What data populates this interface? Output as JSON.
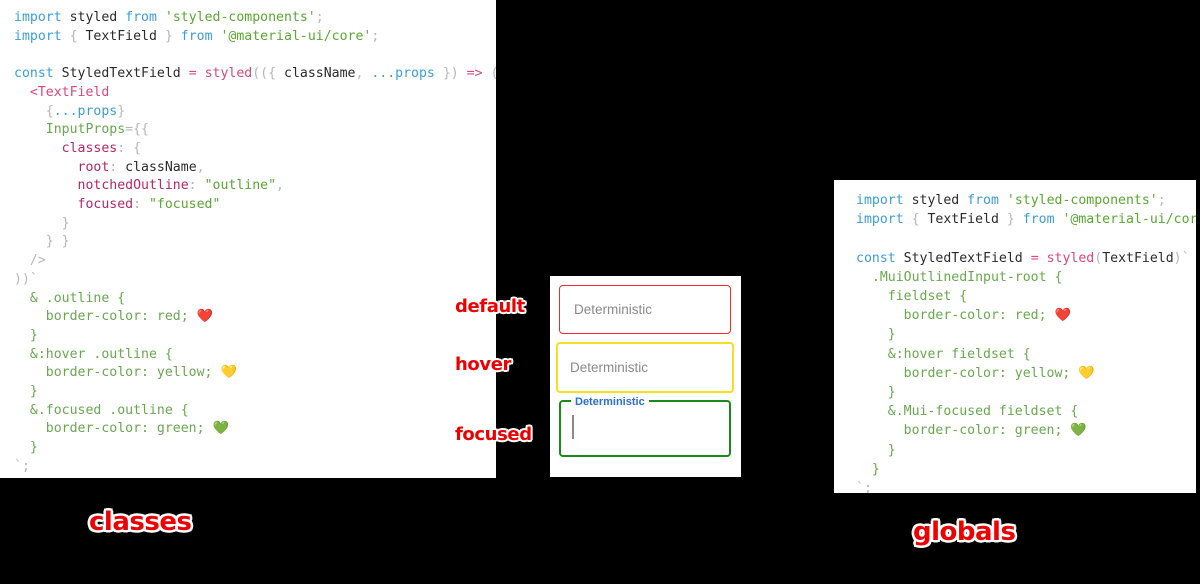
{
  "left_panel": {
    "name": "classes-code-panel",
    "title": "classes",
    "lines": [
      [
        {
          "t": "kw",
          "v": "import"
        },
        {
          "t": "plain",
          "v": " styled "
        },
        {
          "t": "kw",
          "v": "from"
        },
        {
          "t": "plain",
          "v": " "
        },
        {
          "t": "str",
          "v": "'styled-components'"
        },
        {
          "t": "punc",
          "v": ";"
        }
      ],
      [
        {
          "t": "kw",
          "v": "import"
        },
        {
          "t": "punc",
          "v": " { "
        },
        {
          "t": "plain",
          "v": "TextField"
        },
        {
          "t": "punc",
          "v": " } "
        },
        {
          "t": "kw",
          "v": "from"
        },
        {
          "t": "plain",
          "v": " "
        },
        {
          "t": "str",
          "v": "'@material-ui/core'"
        },
        {
          "t": "punc",
          "v": ";"
        }
      ],
      [],
      [
        {
          "t": "kw",
          "v": "const"
        },
        {
          "t": "plain",
          "v": " StyledTextField "
        },
        {
          "t": "fn",
          "v": "="
        },
        {
          "t": "plain",
          "v": " "
        },
        {
          "t": "fn",
          "v": "styled"
        },
        {
          "t": "punc",
          "v": "(({ "
        },
        {
          "t": "plain",
          "v": "className"
        },
        {
          "t": "punc",
          "v": ", "
        },
        {
          "t": "var",
          "v": "...props"
        },
        {
          "t": "punc",
          "v": " }) "
        },
        {
          "t": "fn",
          "v": "=>"
        },
        {
          "t": "punc",
          "v": " ("
        }
      ],
      [
        {
          "t": "plain",
          "v": "  "
        },
        {
          "t": "fn",
          "v": "<TextField"
        }
      ],
      [
        {
          "t": "punc",
          "v": "    {"
        },
        {
          "t": "var",
          "v": "...props"
        },
        {
          "t": "punc",
          "v": "}"
        }
      ],
      [
        {
          "t": "prop",
          "v": "    InputProps"
        },
        {
          "t": "punc",
          "v": "={{"
        }
      ],
      [
        {
          "t": "key",
          "v": "      classes"
        },
        {
          "t": "punc",
          "v": ": {"
        }
      ],
      [
        {
          "t": "key",
          "v": "        root"
        },
        {
          "t": "punc",
          "v": ": "
        },
        {
          "t": "plain",
          "v": "className"
        },
        {
          "t": "punc",
          "v": ","
        }
      ],
      [
        {
          "t": "key",
          "v": "        notchedOutline"
        },
        {
          "t": "punc",
          "v": ": "
        },
        {
          "t": "str",
          "v": "\"outline\""
        },
        {
          "t": "punc",
          "v": ","
        }
      ],
      [
        {
          "t": "key",
          "v": "        focused"
        },
        {
          "t": "punc",
          "v": ": "
        },
        {
          "t": "str",
          "v": "\"focused\""
        }
      ],
      [
        {
          "t": "punc",
          "v": "      }"
        }
      ],
      [
        {
          "t": "punc",
          "v": "    } }"
        }
      ],
      [
        {
          "t": "punc",
          "v": "  />"
        }
      ],
      [
        {
          "t": "punc",
          "v": "))`"
        }
      ],
      [
        {
          "t": "css",
          "v": "  & .outline {"
        }
      ],
      [
        {
          "t": "css",
          "v": "    border-color: red; "
        },
        {
          "t": "plain",
          "v": "❤️"
        }
      ],
      [
        {
          "t": "css",
          "v": "  }"
        }
      ],
      [
        {
          "t": "css",
          "v": "  &:hover .outline {"
        }
      ],
      [
        {
          "t": "css",
          "v": "    border-color: yellow; "
        },
        {
          "t": "plain",
          "v": "💛"
        }
      ],
      [
        {
          "t": "css",
          "v": "  }"
        }
      ],
      [
        {
          "t": "css",
          "v": "  &.focused .outline {"
        }
      ],
      [
        {
          "t": "css",
          "v": "    border-color: green; "
        },
        {
          "t": "plain",
          "v": "💚"
        }
      ],
      [
        {
          "t": "css",
          "v": "  }"
        }
      ],
      [
        {
          "t": "punc",
          "v": "`;"
        }
      ]
    ]
  },
  "right_panel": {
    "name": "globals-code-panel",
    "title": "globals",
    "lines": [
      [
        {
          "t": "kw",
          "v": "import"
        },
        {
          "t": "plain",
          "v": " styled "
        },
        {
          "t": "kw",
          "v": "from"
        },
        {
          "t": "plain",
          "v": " "
        },
        {
          "t": "str",
          "v": "'styled-components'"
        },
        {
          "t": "punc",
          "v": ";"
        }
      ],
      [
        {
          "t": "kw",
          "v": "import"
        },
        {
          "t": "punc",
          "v": " { "
        },
        {
          "t": "plain",
          "v": "TextField"
        },
        {
          "t": "punc",
          "v": " } "
        },
        {
          "t": "kw",
          "v": "from"
        },
        {
          "t": "plain",
          "v": " "
        },
        {
          "t": "str",
          "v": "'@material-ui/core'"
        },
        {
          "t": "punc",
          "v": ";"
        }
      ],
      [],
      [
        {
          "t": "kw",
          "v": "const"
        },
        {
          "t": "plain",
          "v": " StyledTextField "
        },
        {
          "t": "fn",
          "v": "="
        },
        {
          "t": "plain",
          "v": " "
        },
        {
          "t": "fn",
          "v": "styled"
        },
        {
          "t": "punc",
          "v": "("
        },
        {
          "t": "plain",
          "v": "TextField"
        },
        {
          "t": "punc",
          "v": ")`"
        }
      ],
      [
        {
          "t": "css",
          "v": "  .MuiOutlinedInput-root {"
        }
      ],
      [
        {
          "t": "css",
          "v": "    fieldset {"
        }
      ],
      [
        {
          "t": "css",
          "v": "      border-color: red; "
        },
        {
          "t": "plain",
          "v": "❤️"
        }
      ],
      [
        {
          "t": "css",
          "v": "    }"
        }
      ],
      [
        {
          "t": "css",
          "v": "    &:hover fieldset {"
        }
      ],
      [
        {
          "t": "css",
          "v": "      border-color: yellow; "
        },
        {
          "t": "plain",
          "v": "💛"
        }
      ],
      [
        {
          "t": "css",
          "v": "    }"
        }
      ],
      [
        {
          "t": "css",
          "v": "    &.Mui-focused fieldset {"
        }
      ],
      [
        {
          "t": "css",
          "v": "      border-color: green; "
        },
        {
          "t": "plain",
          "v": "💚"
        }
      ],
      [
        {
          "t": "css",
          "v": "    }"
        }
      ],
      [
        {
          "t": "css",
          "v": "  }"
        }
      ],
      [
        {
          "t": "punc",
          "v": "`;"
        }
      ]
    ]
  },
  "preview": {
    "name": "textfield-preview-panel",
    "fields": [
      {
        "state": "default",
        "value": "Deterministic",
        "border_color": "#f22a2a",
        "label": ""
      },
      {
        "state": "hover",
        "value": "Deterministic",
        "border_color": "#f5e020",
        "label": ""
      },
      {
        "state": "focused",
        "value": "",
        "border_color": "#1a8a1a",
        "label": "Deterministic"
      }
    ]
  },
  "annotations": {
    "default": "default",
    "hover": "hover",
    "focused": "focused"
  },
  "colors": {
    "background": "#000000",
    "panel": "#ffffff",
    "annotation_text": "#ee0000",
    "annotation_outline": "#ffffff",
    "keyword": "#3c9ddb",
    "string": "#5aa832",
    "function": "#e0457b",
    "object_key": "#b5276b",
    "css": "#6aa84f",
    "punctuation": "#b7b7b7",
    "label_blue": "#2a6fd4",
    "placeholder_gray": "#8a8a8a"
  }
}
